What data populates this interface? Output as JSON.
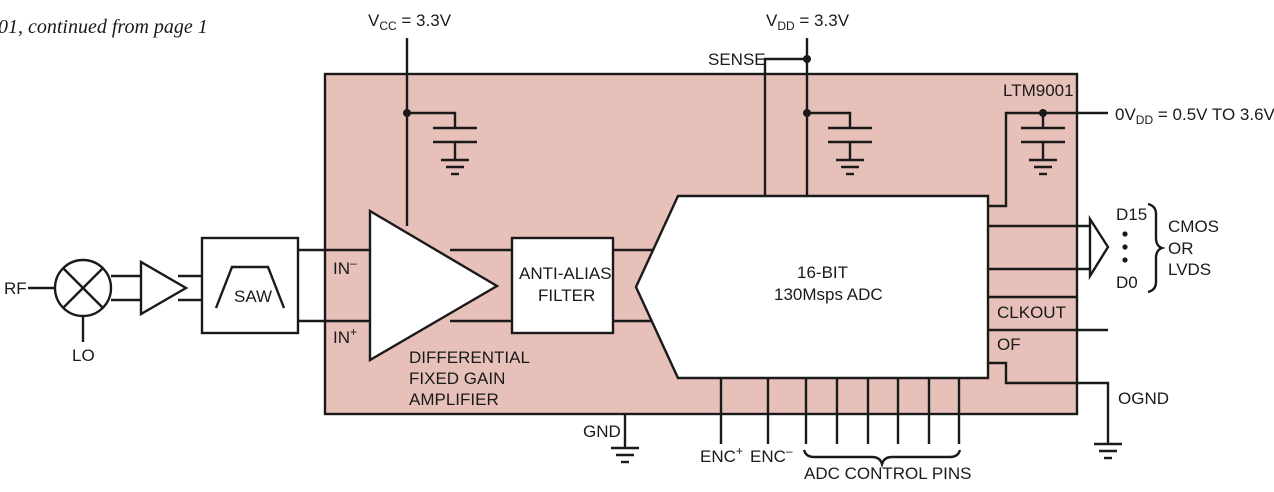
{
  "caption": "01, continued from page 1",
  "supply": {
    "vcc": {
      "main": "V",
      "sub": "CC",
      "rest": " = 3.3V"
    },
    "vdd": {
      "main": "V",
      "sub": "DD",
      "rest": " = 3.3V"
    },
    "ovdd": {
      "main": "0V",
      "sub": "DD",
      "rest": " = 0.5V TO 3.6V"
    }
  },
  "labels": {
    "sense": "SENSE",
    "part_number": "LTM9001",
    "rf": "RF",
    "lo": "LO",
    "saw": "SAW",
    "in_minus": {
      "main": "IN",
      "sup": "–"
    },
    "in_plus": {
      "main": "IN",
      "sup": "+"
    },
    "amp": [
      "DIFFERENTIAL",
      "FIXED GAIN",
      "AMPLIFIER"
    ],
    "filter": [
      "ANTI-ALIAS",
      "FILTER"
    ],
    "adc": [
      "16-BIT",
      "130Msps ADC"
    ],
    "d15": "D15",
    "d0": "D0",
    "output_format": [
      "CMOS",
      "OR",
      "LVDS"
    ],
    "clkout": "CLKOUT",
    "of": "OF",
    "ognd": "OGND",
    "gnd": "GND",
    "enc_plus": {
      "main": "ENC",
      "sup": "+"
    },
    "enc_minus": {
      "main": "ENC",
      "sup": "–"
    },
    "adc_control": "ADC CONTROL PINS"
  },
  "colors": {
    "module_fill": "#e6c0b9",
    "line": "#1a1a1a",
    "block_fill": "#ffffff"
  }
}
